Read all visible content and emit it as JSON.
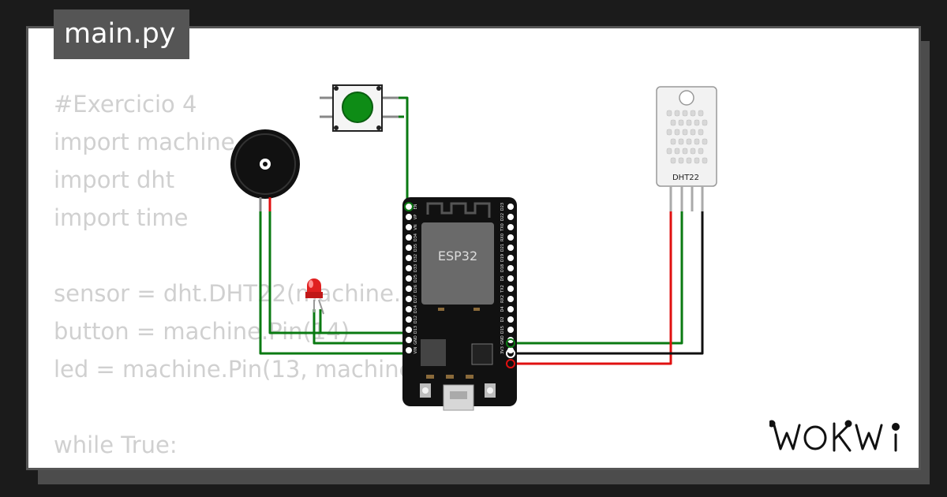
{
  "title_tab": {
    "label": "main.py"
  },
  "code_lines": [
    "#Exercicio 4",
    "import machine",
    "import dht",
    "import time",
    "",
    "sensor = dht.DHT22(machine.",
    "button = machine.Pin(14)",
    "led = machine.Pin(13, machine.",
    "",
    "while True:"
  ],
  "components": {
    "esp32_label": "ESP32",
    "dht_label": "DHT22",
    "left_pins": [
      "VIN",
      "GND",
      "D13",
      "D12",
      "D14",
      "D27",
      "D26",
      "D25",
      "D33",
      "D32",
      "D35",
      "D34",
      "VN",
      "VP",
      "EN"
    ],
    "right_pins": [
      "3V3",
      "GND",
      "D15",
      "D2",
      "D4",
      "RX2",
      "TX2",
      "D5",
      "D18",
      "D19",
      "D21",
      "RX0",
      "TX0",
      "D22",
      "D23"
    ]
  },
  "brand": {
    "logo_text": "WOKWi"
  },
  "colors": {
    "wire_green": "#0a7a12",
    "wire_red": "#e01010",
    "wire_black": "#101010",
    "button_cap": "#0e8c16",
    "led_body": "#e02020",
    "board": "#111111",
    "chip": "#6a6a6a"
  }
}
